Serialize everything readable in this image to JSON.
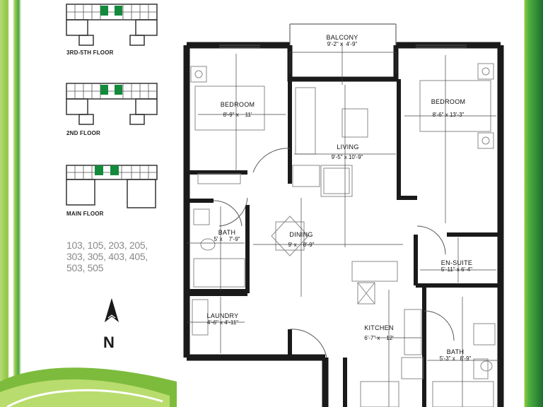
{
  "key_plans": [
    {
      "label": "3RD-5TH FLOOR"
    },
    {
      "label": "2ND FLOOR"
    },
    {
      "label": "MAIN FLOOR"
    }
  ],
  "units_text": "103, 105, 203, 205, 303, 305, 403, 405, 503, 505",
  "north_label": "N",
  "rooms": {
    "balcony": {
      "name": "BALCONY",
      "dims": "9'-2\" x  4'-9\""
    },
    "bedroom_left": {
      "name": "BEDROOM",
      "dims": "8'-9\" x    11'"
    },
    "bedroom_right": {
      "name": "BEDROOM",
      "dims": "8'-6\" x 13'-3\""
    },
    "living": {
      "name": "LIVING",
      "dims": "9'-5\" x 10'-9\""
    },
    "dining": {
      "name": "DINING",
      "dims": "9' x    8'-9\""
    },
    "bath_left": {
      "name": "BATH",
      "dims": "5' x    7'-9\""
    },
    "ensuite": {
      "name": "EN-SUITE",
      "dims": "5'-11\" x 6'-4\""
    },
    "laundry": {
      "name": "LAUNDRY",
      "dims": "4'-6\" x 4'-11\""
    },
    "kitchen": {
      "name": "KITCHEN",
      "dims": "6'-7\" x    12'"
    },
    "bath_right": {
      "name": "BATH",
      "dims": "5'-3\" x   8'-9\""
    }
  },
  "colors": {
    "wall": "#1a1a1a",
    "brand_green": "#1d6e2e",
    "light_green": "#8cc63f",
    "highlight_unit": "#138a3c",
    "unit_text": "#8a8a8a"
  }
}
